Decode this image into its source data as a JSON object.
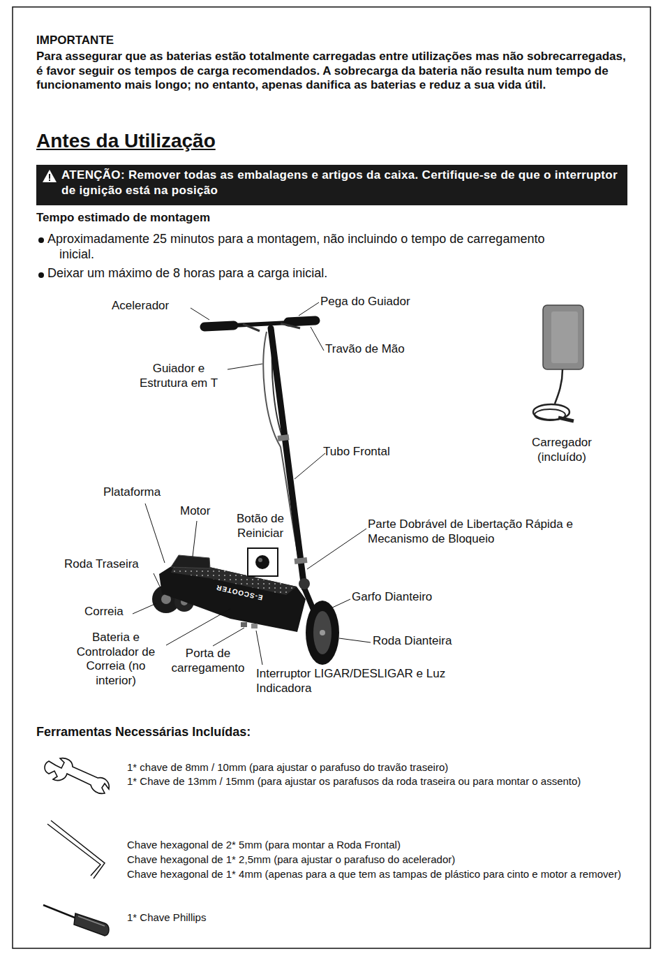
{
  "diagram": {
    "title": "Antes da Utilização",
    "nodes": [
      {
        "text": [
          "ATENÇÃO: Remover todas as embalagens e artigos da caixa. Certifique-se de que o interruptor de ignição está na posição"
        ]
      }
    ],
    "labels": [
      "IMPORTANTE",
      "Para assegurar que as baterias estão totalmente carregadas entre utilizações mas não sobrecarregadas, é favor seguir os tempos de carga recomendados. A sobrecarga da bateria não resulta num tempo de funcionamento mais longo; no entanto, apenas danifica as baterias e reduz a sua vida útil.",
      "Tempo estimado de montagem",
      "Aproximadamente 25 minutos para a montagem, não incluindo o tempo de carregamento inicial.",
      "Deixar um máximo de 8 horas para a carga inicial.",
      "Acelerador",
      "Pega do Guiador",
      "Travão de Mão",
      "Guiador e Estrutura em T",
      "Tubo Frontal",
      "Carregador (incluído)",
      "Plataforma",
      "Motor",
      "Botão de Reiniciar",
      "Parte Dobrável de Libertação Rápida e Mecanismo de Bloqueio",
      "Roda Traseira",
      "E-SCOOTER",
      "Garfo Dianteiro",
      "Correia",
      "Roda Dianteira",
      "Bateria e Controlador de Correia (no interior)",
      "Porta de carregamento",
      "Interruptor LIGAR/DESLIGAR e Luz Indicadora",
      "Ferramentas Necessárias Incluídas:",
      "1* chave de 8mm / 10mm (para ajustar o parafuso do travão traseiro)",
      "1* Chave de 13mm / 15mm (para ajustar os parafusos da roda traseira ou para montar o assento)",
      "Chave hexagonal de 2* 5mm (para montar a Roda Frontal)",
      "Chave hexagonal de 1* 2,5mm (para ajustar o parafuso do acelerador)",
      "Chave hexagonal de 1* 4mm (apenas para a que tem as tampas de plástico para cinto e motor a remover)",
      "1* Chave Phillips"
    ]
  }
}
